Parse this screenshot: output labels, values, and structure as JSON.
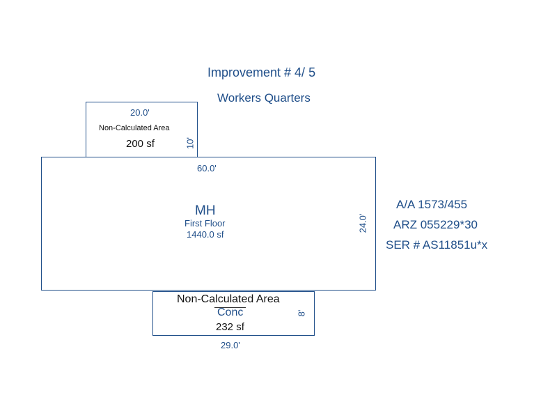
{
  "header": {
    "title": "Improvement # 4/ 5",
    "subtitle": "Workers Quarters"
  },
  "top_area": {
    "width_label": "20.0'",
    "label": "Non-Calculated Area",
    "area": "200 sf",
    "depth_label": "10'"
  },
  "main_area": {
    "width_label": "60.0'",
    "code": "MH",
    "label": "First Floor",
    "area": "1440.0 sf",
    "depth_label": "24.0'"
  },
  "bottom_area": {
    "label": "Non-Calculated Area",
    "sublabel": "Conc",
    "area": "232 sf",
    "depth_label": "8'",
    "width_label": "29.0'"
  },
  "side_notes": {
    "line1": "A/A 1573/455",
    "line2": "ARZ 055229*30",
    "line3": "SER # AS11851u*x"
  },
  "colors": {
    "primary": "#1f4e89",
    "text_dark": "#111111"
  }
}
